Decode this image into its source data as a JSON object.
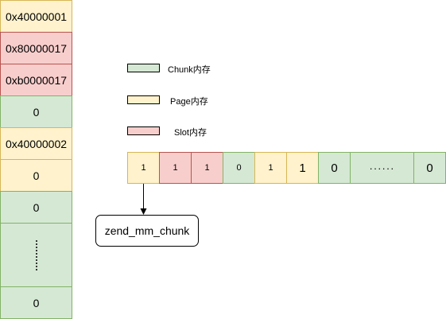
{
  "memory_column": {
    "cells": [
      {
        "text": "0x40000001",
        "kind": "page"
      },
      {
        "text": "0x80000017",
        "kind": "slot"
      },
      {
        "text": "0xb0000017",
        "kind": "slot"
      },
      {
        "text": "0",
        "kind": "chunk"
      },
      {
        "text": "0x40000002",
        "kind": "page"
      },
      {
        "text": "0",
        "kind": "page"
      },
      {
        "text": "0",
        "kind": "chunk"
      },
      {
        "text": "",
        "kind": "chunk",
        "icon": "vertical-ellipsis-icon"
      },
      {
        "text": "0",
        "kind": "chunk"
      }
    ]
  },
  "legend": {
    "chunk": "Chunk内存",
    "page": "Page内存",
    "slot": "Slot内存"
  },
  "strip": {
    "cells": [
      {
        "text": "1",
        "kind": "page"
      },
      {
        "text": "1",
        "kind": "slot"
      },
      {
        "text": "1",
        "kind": "slot"
      },
      {
        "text": "0",
        "kind": "chunk"
      },
      {
        "text": "1",
        "kind": "page"
      },
      {
        "text": "1",
        "kind": "page"
      },
      {
        "text": "0",
        "kind": "chunk"
      },
      {
        "text": "······",
        "kind": "chunk"
      },
      {
        "text": "0",
        "kind": "chunk"
      }
    ]
  },
  "pointer_target": {
    "label": "zend_mm_chunk"
  },
  "colors": {
    "chunk_fill": "#d5e8d4",
    "chunk_stroke": "#82b366",
    "page_fill": "#fff2cc",
    "page_stroke": "#d6b656",
    "slot_fill": "#f8cecc",
    "slot_stroke": "#b85450"
  }
}
